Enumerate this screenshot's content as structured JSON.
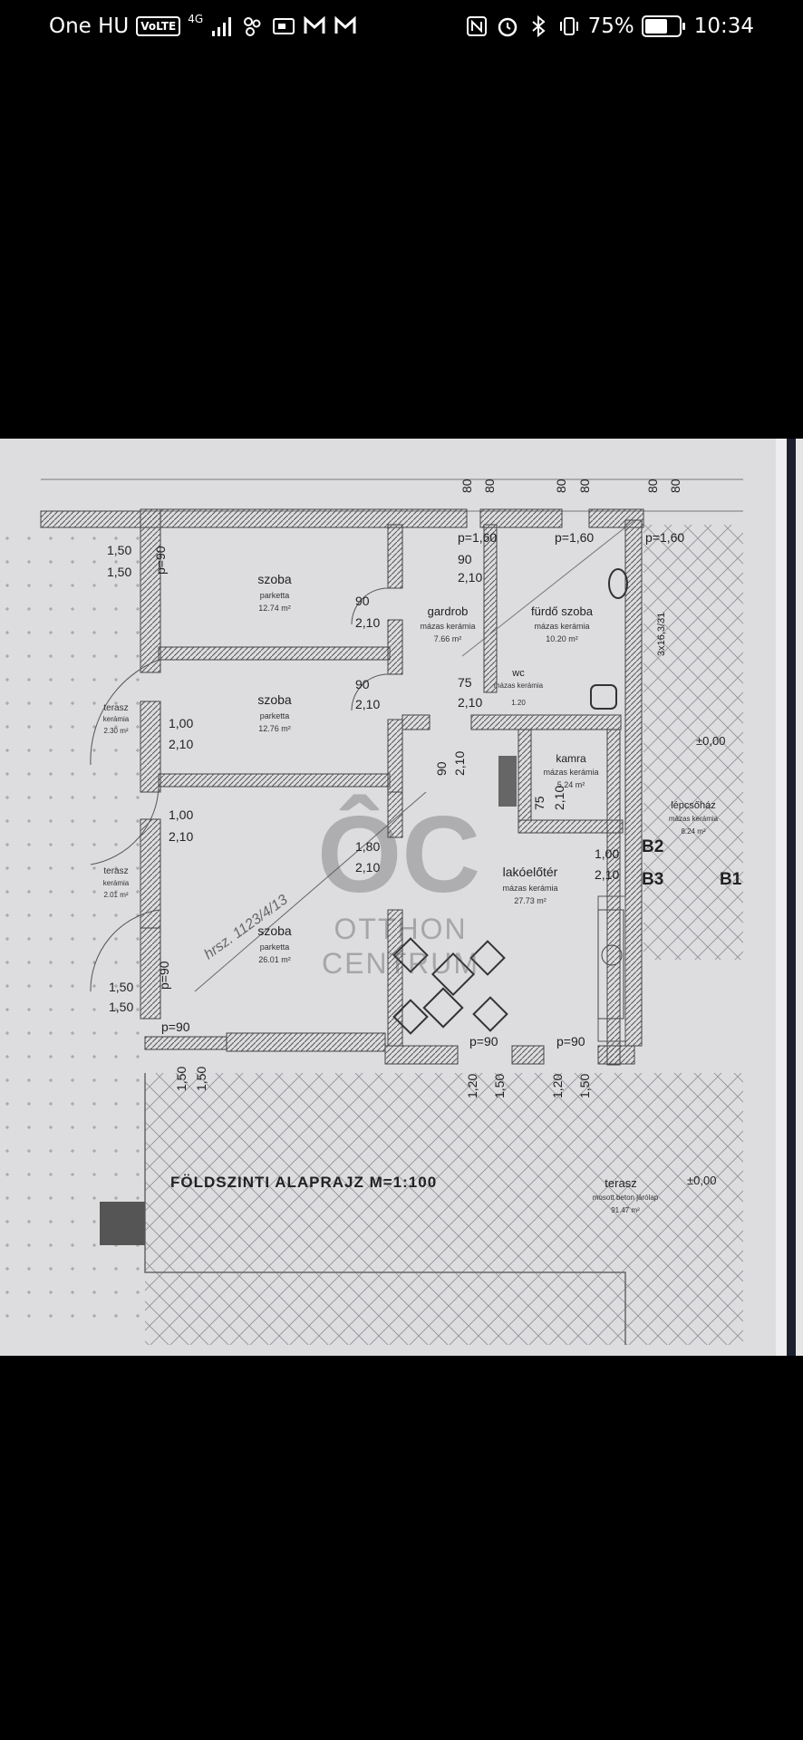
{
  "status_bar": {
    "carrier": "One HU",
    "volte": "VoLTE",
    "network": "4G",
    "battery_percent": "75%",
    "battery_level": 0.75,
    "time": "10:34",
    "left_icons": [
      "signal-icon",
      "hotspot-icon",
      "photo-app-icon",
      "mail-icon",
      "mail-icon"
    ],
    "right_icons": [
      "nfc-icon",
      "alarm-icon",
      "bluetooth-icon",
      "vibrate-icon",
      "battery-icon"
    ]
  },
  "floor_plan": {
    "title": "FÖLDSZINTI ALAPRAJZ  M=1:100",
    "watermark": {
      "logo": "ÔC",
      "line1": "OTTHON",
      "line2": "CENTRUM"
    },
    "handwritten_note": "hrsz. 1123/4/13",
    "rooms": [
      {
        "name": "szoba",
        "material": "parketta",
        "area": "12.74 m²"
      },
      {
        "name": "szoba",
        "material": "parketta",
        "area": "12.76 m²"
      },
      {
        "name": "szoba",
        "material": "parketta",
        "area": "26.01 m²"
      },
      {
        "name": "gardrob",
        "material": "mázas kerámia",
        "area": "7.66 m²"
      },
      {
        "name": "fürdő szoba",
        "material": "mázas kerámia",
        "area": "10.20 m²"
      },
      {
        "name": "wc",
        "material": "mázas kerámia",
        "area": "1.20"
      },
      {
        "name": "kamra",
        "material": "mázas kerámia",
        "area": "5.24 m²"
      },
      {
        "name": "lakóelőtér",
        "material": "mázas kerámia",
        "area": "27.73 m²"
      },
      {
        "name": "lépcsőház",
        "material": "mázas kerámia",
        "area": "8.24 m²"
      },
      {
        "name": "terasz",
        "material": "kerámia",
        "area": "2.30 m²"
      },
      {
        "name": "terasz",
        "material": "kerámia",
        "area": "2.01 m²"
      },
      {
        "name": "terasz",
        "material": "mosott beton járólap",
        "area": "91.47 m²"
      }
    ],
    "levels": [
      "±0,00",
      "±0,00"
    ],
    "markers": [
      "B2",
      "B3",
      "B1"
    ],
    "stair": "3x16,3/31",
    "dimensions": [
      "1,50",
      "1,50",
      "p=90",
      "90",
      "2,10",
      "p=1,60",
      "p=1,60",
      "p=1,60",
      "90",
      "2,10",
      "90",
      "2,10",
      "75",
      "2,10",
      "1,00",
      "2,10",
      "1,00",
      "2,10",
      "90",
      "2,10",
      "75",
      "2,10",
      "1,80",
      "2,10",
      "1,00",
      "2,10",
      "1,50",
      "1,50",
      "p=90",
      "p=90",
      "p=90",
      "p=90",
      "1,50",
      "1,50",
      "1,20",
      "1,50",
      "1,20",
      "1,50",
      "80",
      "80",
      "80",
      "80",
      "80",
      "80"
    ]
  }
}
